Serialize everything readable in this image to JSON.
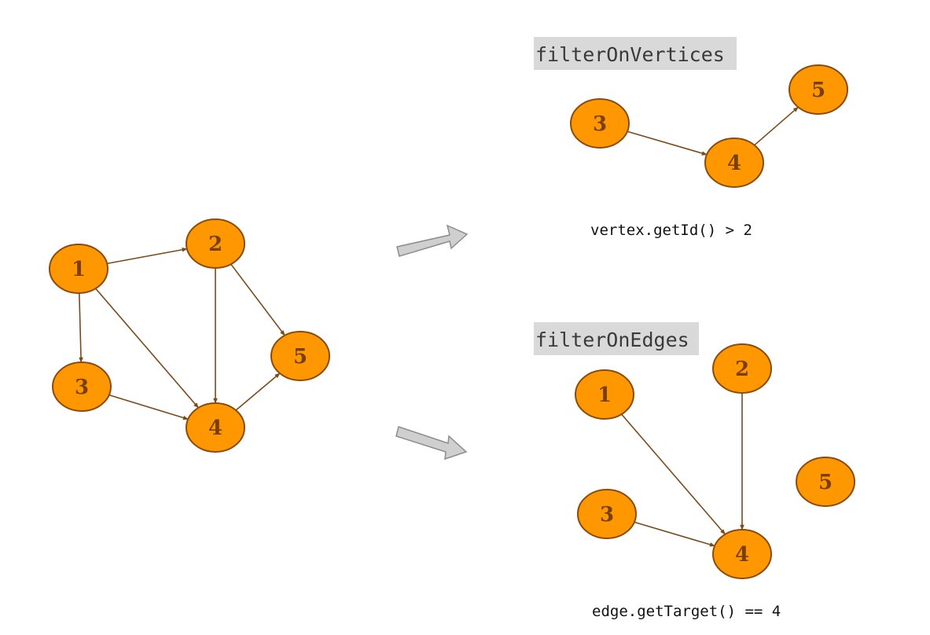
{
  "colors": {
    "node_fill": "#FF9800",
    "node_stroke": "#8A4B0C",
    "node_text": "#7A3F06",
    "edge": "#7A4A1A",
    "label_bg": "#D9D9D9",
    "arrow_fill": "#CFCFCF"
  },
  "graphs": {
    "original": {
      "nodes": [
        "1",
        "2",
        "3",
        "4",
        "5"
      ],
      "edges": [
        [
          "1",
          "2"
        ],
        [
          "1",
          "3"
        ],
        [
          "1",
          "4"
        ],
        [
          "2",
          "4"
        ],
        [
          "2",
          "5"
        ],
        [
          "3",
          "4"
        ],
        [
          "4",
          "5"
        ]
      ]
    },
    "vertices": {
      "title": "filterOnVertices",
      "caption": "vertex.getId() > 2",
      "nodes": [
        "3",
        "4",
        "5"
      ],
      "edges": [
        [
          "3",
          "4"
        ],
        [
          "4",
          "5"
        ]
      ]
    },
    "edges": {
      "title": "filterOnEdges",
      "caption": "edge.getTarget() == 4",
      "nodes": [
        "1",
        "2",
        "3",
        "4",
        "5"
      ],
      "edges": [
        [
          "1",
          "4"
        ],
        [
          "2",
          "4"
        ],
        [
          "3",
          "4"
        ]
      ]
    }
  },
  "arrows": [
    {
      "name": "to-vertices-arrow",
      "icon": "right-arrow-icon"
    },
    {
      "name": "to-edges-arrow",
      "icon": "right-arrow-icon"
    }
  ]
}
